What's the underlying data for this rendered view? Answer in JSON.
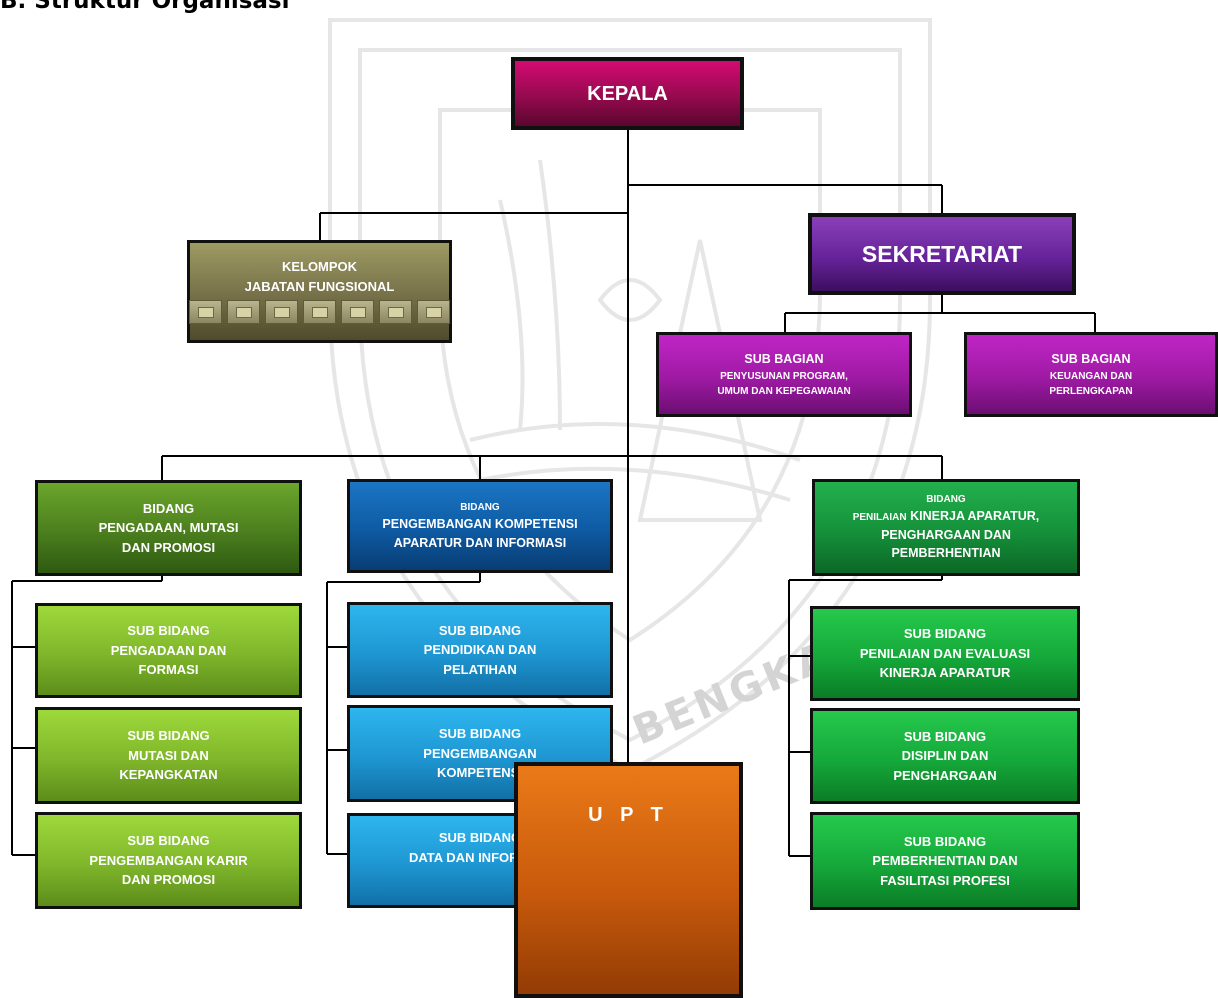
{
  "heading": "B. Struktur Organisasi",
  "watermark_text": "BENGKALIS",
  "colors": {
    "kepala": "#950a4e",
    "sekretariat": "#66239a",
    "fungsional": "#79744a",
    "sub_bagian": "#9e1aa3",
    "bidang_green": "#4b7e1e",
    "bidang_blue": "#0e5aa3",
    "bidang_emerald": "#15913a",
    "upt": "#c85a0c",
    "connector": "#000000"
  },
  "kepala": {
    "label": "KEPALA"
  },
  "sekretariat": {
    "label": "SEKRETARIAT"
  },
  "kelompok": {
    "line1": "KELOMPOK",
    "line2": "JABATAN FUNGSIONAL",
    "tile_count": 7
  },
  "sub_bagian": [
    {
      "line1": "SUB BAGIAN",
      "line2": "PENYUSUNAN PROGRAM,",
      "line3": "UMUM DAN KEPEGAWAIAN"
    },
    {
      "line1": "SUB BAGIAN",
      "line2": "KEUANGAN DAN",
      "line3": "PERLENGKAPAN"
    }
  ],
  "bidang": [
    {
      "lines": [
        "BIDANG",
        "PENGADAAN, MUTASI",
        "DAN PROMOSI"
      ],
      "sub": [
        {
          "lines": [
            "SUB BIDANG",
            "PENGADAAN DAN",
            "FORMASI"
          ]
        },
        {
          "lines": [
            "SUB BIDANG",
            "MUTASI DAN",
            "KEPANGKATAN"
          ]
        },
        {
          "lines": [
            "SUB BIDANG",
            "PENGEMBANGAN KARIR",
            "DAN PROMOSI"
          ]
        }
      ]
    },
    {
      "lines": [
        "BIDANG",
        "PENGEMBANGAN KOMPETENSI",
        "APARATUR DAN INFORMASI"
      ],
      "sub": [
        {
          "lines": [
            "SUB BIDANG",
            "PENDIDIKAN DAN",
            "PELATIHAN"
          ]
        },
        {
          "lines": [
            "SUB BIDANG",
            "PENGEMBANGAN",
            "KOMPETENSI"
          ]
        },
        {
          "lines": [
            "SUB BIDANG",
            "DATA DAN INFORMASI"
          ]
        }
      ]
    },
    {
      "lines": [
        "BIDANG",
        "PENILAIAN KINERJA APARATUR,",
        "PENGHARGAAN DAN",
        "PEMBERHENTIAN"
      ],
      "line2_prefix": "PENILAIAN",
      "line2_rest": "KINERJA APARATUR,",
      "sub": [
        {
          "lines": [
            "SUB BIDANG",
            "PENILAIAN DAN EVALUASI",
            "KINERJA APARATUR"
          ]
        },
        {
          "lines": [
            "SUB BIDANG",
            "DISIPLIN DAN",
            "PENGHARGAAN"
          ]
        },
        {
          "lines": [
            "SUB BIDANG",
            "PEMBERHENTIAN DAN",
            "FASILITASI PROFESI"
          ]
        }
      ]
    }
  ],
  "upt": {
    "label": "U P T"
  }
}
